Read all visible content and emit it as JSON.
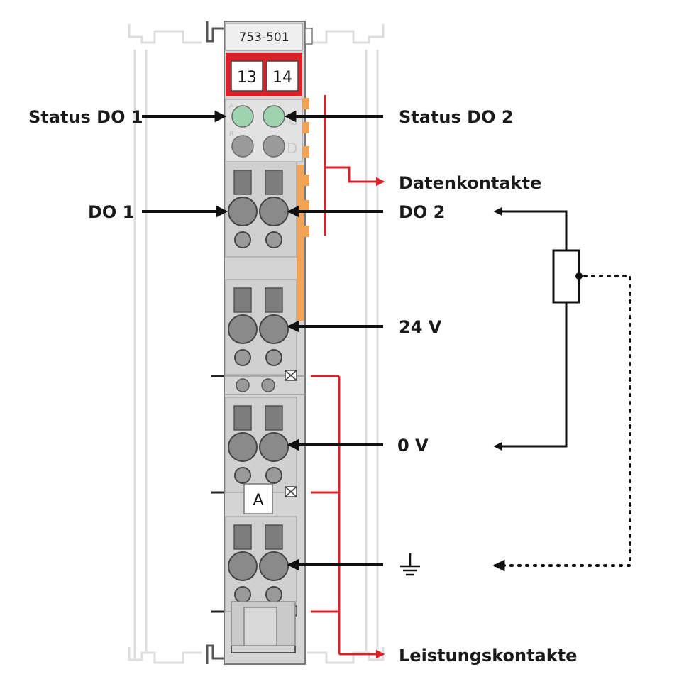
{
  "module": {
    "part_number": "753-501",
    "channel_left": "13",
    "channel_right": "14",
    "tag_letter": "A",
    "led_marker_top": "A",
    "led_marker_bottom": "B",
    "side_marker_top": "C",
    "side_marker_bottom": "D"
  },
  "labels": {
    "status_do1": "Status DO 1",
    "status_do2": "Status DO 2",
    "datenkontakte": "Datenkontakte",
    "do1": "DO 1",
    "do2": "DO 2",
    "v24": "24 V",
    "v0": "0 V",
    "leistungskontakte": "Leistungskontakte"
  },
  "colors": {
    "housing": "#d4d4d4",
    "housing_dark": "#bfbfbf",
    "outline": "#7a7a7a",
    "marker_red": "#d9232a",
    "led_green": "#9fd3b0",
    "led_grey": "#9a9a9a",
    "contact_grey": "#8a8a8a",
    "orange": "#f2a254",
    "arrow": "#111111"
  },
  "icons": {
    "ground": "ground-icon",
    "load": "resistor-icon"
  }
}
